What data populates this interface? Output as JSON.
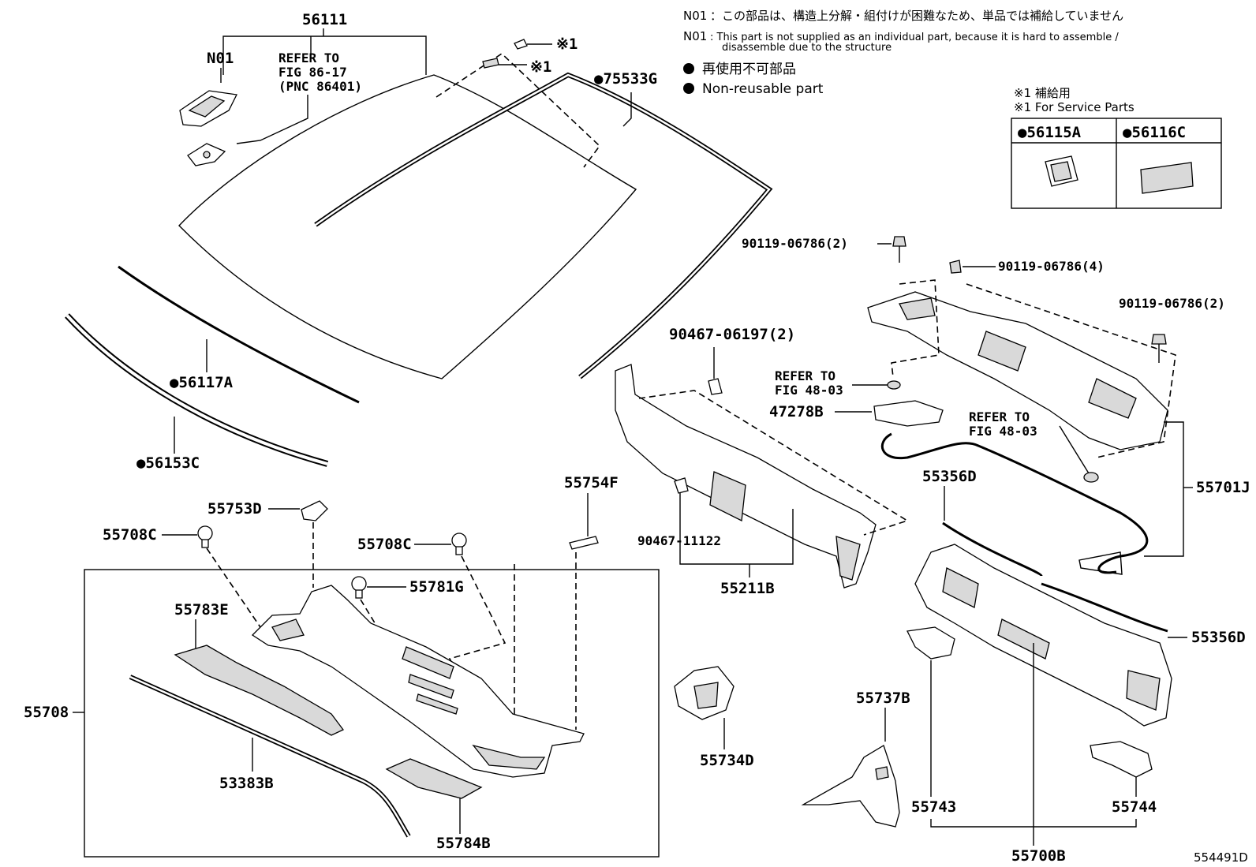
{
  "notes": {
    "n01_label": "N01",
    "n01_jp": "：この部品は、構造上分解・組付けが困難なため、単品では補給していません",
    "n01_en_1": ": This part is not supplied as an individual part, because it is hard to assemble /",
    "n01_en_2": "disassemble due to the structure",
    "nonreusable_jp": "再使用不可部品",
    "nonreusable_en": "Non-reusable part"
  },
  "service_box": {
    "title_jp": "※1 補給用",
    "title_en": "※1 For Service Parts",
    "parts": [
      "●56115A",
      "●56116C"
    ]
  },
  "references": {
    "ref1": [
      "REFER TO",
      "FIG 86-17",
      "(PNC 86401)"
    ],
    "ref2": [
      "REFER TO",
      "FIG 48-03"
    ],
    "ref3": [
      "REFER TO",
      "FIG 48-03"
    ]
  },
  "labels": {
    "p56111": "56111",
    "pN01": "N01",
    "star1a": "※1",
    "star1b": "※1",
    "p75533G": "●75533G",
    "p56117A": "●56117A",
    "p56153C": "●56153C",
    "p55753D": "55753D",
    "p55708C_a": "55708C",
    "p55708C_b": "55708C",
    "p55781G": "55781G",
    "p55783E": "55783E",
    "p55708": "55708",
    "p53383B": "53383B",
    "p55784B": "55784B",
    "p55754F": "55754F",
    "p90467_06197": "90467-06197(2)",
    "p90467_11122": "90467-11122",
    "p55211B": "55211B",
    "p47278B": "47278B",
    "p90119_a": "90119-06786(2)",
    "p90119_b": "90119-06786(4)",
    "p90119_c": "90119-06786(2)",
    "p55701J": "55701J",
    "p55356D_a": "55356D",
    "p55356D_b": "55356D",
    "p55734D": "55734D",
    "p55737B": "55737B",
    "p55743": "55743",
    "p55744": "55744",
    "p55700B": "55700B",
    "fig_id": "554491D"
  }
}
